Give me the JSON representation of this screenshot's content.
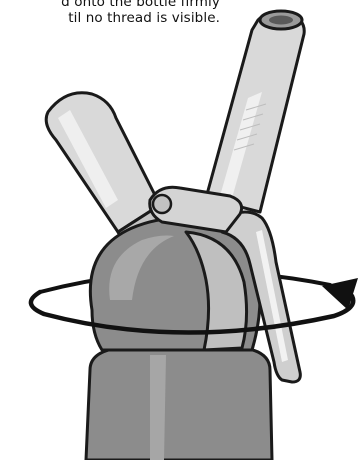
{
  "caption": {
    "line1": "d onto the bottle firmly",
    "line2": "til no thread is visible."
  },
  "colors": {
    "outline": "#1a1a1a",
    "body_dark": "#8a8a8a",
    "body_mid": "#b4b4b4",
    "head_light": "#d8d8d8",
    "highlight": "#f2f2f2",
    "arrow": "#111111"
  },
  "illustration": {
    "subject": "cream-whipper-head-screwed-onto-bottle",
    "rotation_direction": "clockwise",
    "icons": [
      "rotate-arrow-icon"
    ]
  }
}
